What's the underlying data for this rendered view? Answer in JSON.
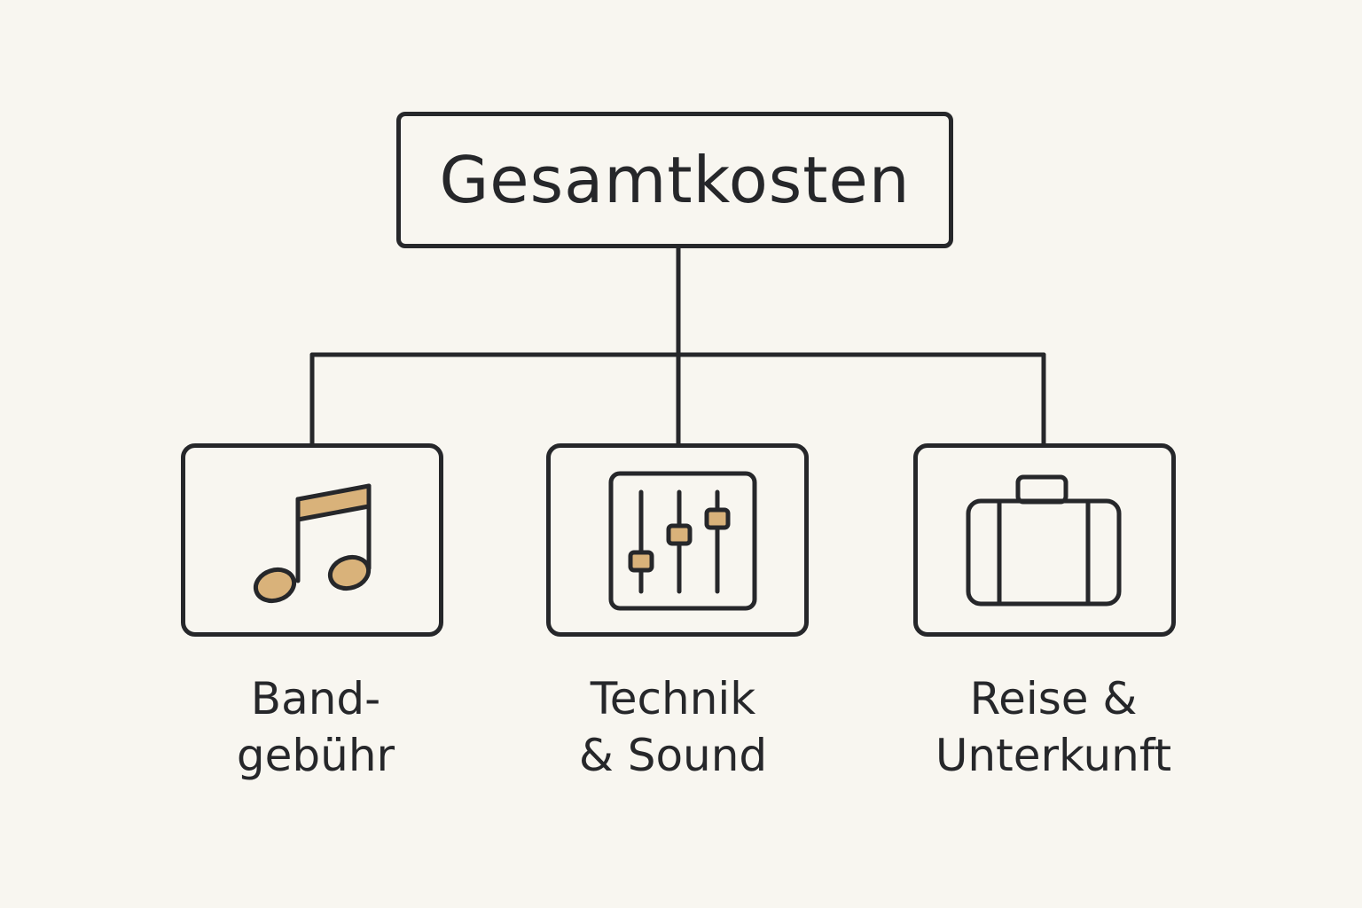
{
  "colors": {
    "background": "#f8f6f0",
    "stroke": "#26272a",
    "accent": "#d9b27a"
  },
  "diagram": {
    "root": {
      "label": "Gesamtkosten"
    },
    "children": [
      {
        "line1": "Band-",
        "line2": "gebühr",
        "icon": "music-note-icon"
      },
      {
        "line1": "Technik",
        "line2": "& Sound",
        "icon": "mixer-faders-icon"
      },
      {
        "line1": "Reise &",
        "line2": "Unterkunft",
        "icon": "suitcase-icon"
      }
    ]
  }
}
